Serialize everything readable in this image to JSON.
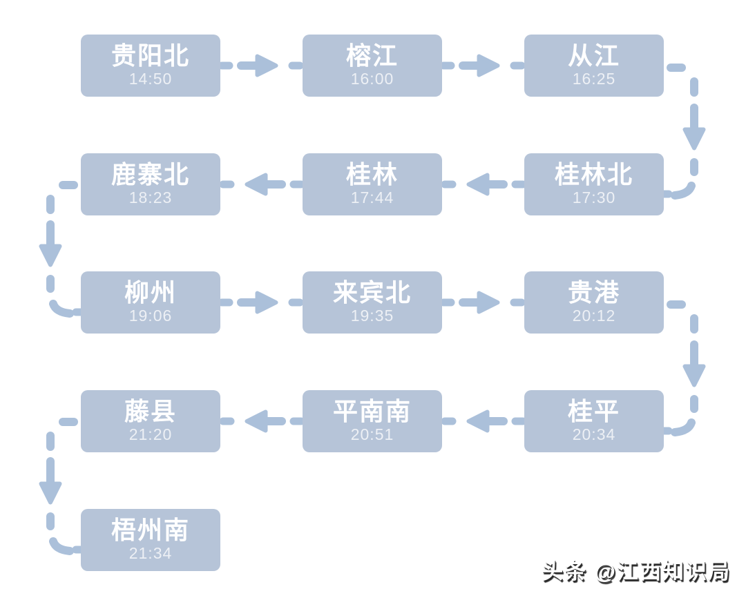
{
  "diagram": {
    "type": "train-route-flow",
    "stations": [
      {
        "name": "贵阳北",
        "time": "14:50"
      },
      {
        "name": "榕江",
        "time": "16:00"
      },
      {
        "name": "从江",
        "time": "16:25"
      },
      {
        "name": "桂林北",
        "time": "17:30"
      },
      {
        "name": "桂林",
        "time": "17:44"
      },
      {
        "name": "鹿寨北",
        "time": "18:23"
      },
      {
        "name": "柳州",
        "time": "19:06"
      },
      {
        "name": "来宾北",
        "time": "19:35"
      },
      {
        "name": "贵港",
        "time": "20:12"
      },
      {
        "name": "桂平",
        "time": "20:34"
      },
      {
        "name": "平南南",
        "time": "20:51"
      },
      {
        "name": "藤县",
        "time": "21:20"
      },
      {
        "name": "梧州南",
        "time": "21:34"
      }
    ],
    "connectors": [
      {
        "from": "贵阳北",
        "to": "榕江",
        "icon": "arrow-right-icon"
      },
      {
        "from": "榕江",
        "to": "从江",
        "icon": "arrow-right-icon"
      },
      {
        "from": "从江",
        "to": "桂林北",
        "icon": "dashed-arrow-down-icon"
      },
      {
        "from": "桂林北",
        "to": "桂林",
        "icon": "arrow-left-icon"
      },
      {
        "from": "桂林",
        "to": "鹿寨北",
        "icon": "arrow-left-icon"
      },
      {
        "from": "鹿寨北",
        "to": "柳州",
        "icon": "dashed-arrow-down-icon"
      },
      {
        "from": "柳州",
        "to": "来宾北",
        "icon": "arrow-right-icon"
      },
      {
        "from": "来宾北",
        "to": "贵港",
        "icon": "arrow-right-icon"
      },
      {
        "from": "贵港",
        "to": "桂平",
        "icon": "dashed-arrow-down-icon"
      },
      {
        "from": "桂平",
        "to": "平南南",
        "icon": "arrow-left-icon"
      },
      {
        "from": "平南南",
        "to": "藤县",
        "icon": "arrow-left-icon"
      },
      {
        "from": "藤县",
        "to": "梧州南",
        "icon": "dashed-arrow-down-icon"
      }
    ]
  },
  "watermark": {
    "text": "头条 @江西知识局"
  },
  "colors": {
    "background": "#ffffff",
    "box": "#b6c4d8",
    "connector": "#abc0da",
    "station_text": "#ffffff",
    "time_text": "rgba(255,255,255,0.75)",
    "watermark_text": "#ffffff",
    "watermark_shadow": "#2a2a2a"
  }
}
